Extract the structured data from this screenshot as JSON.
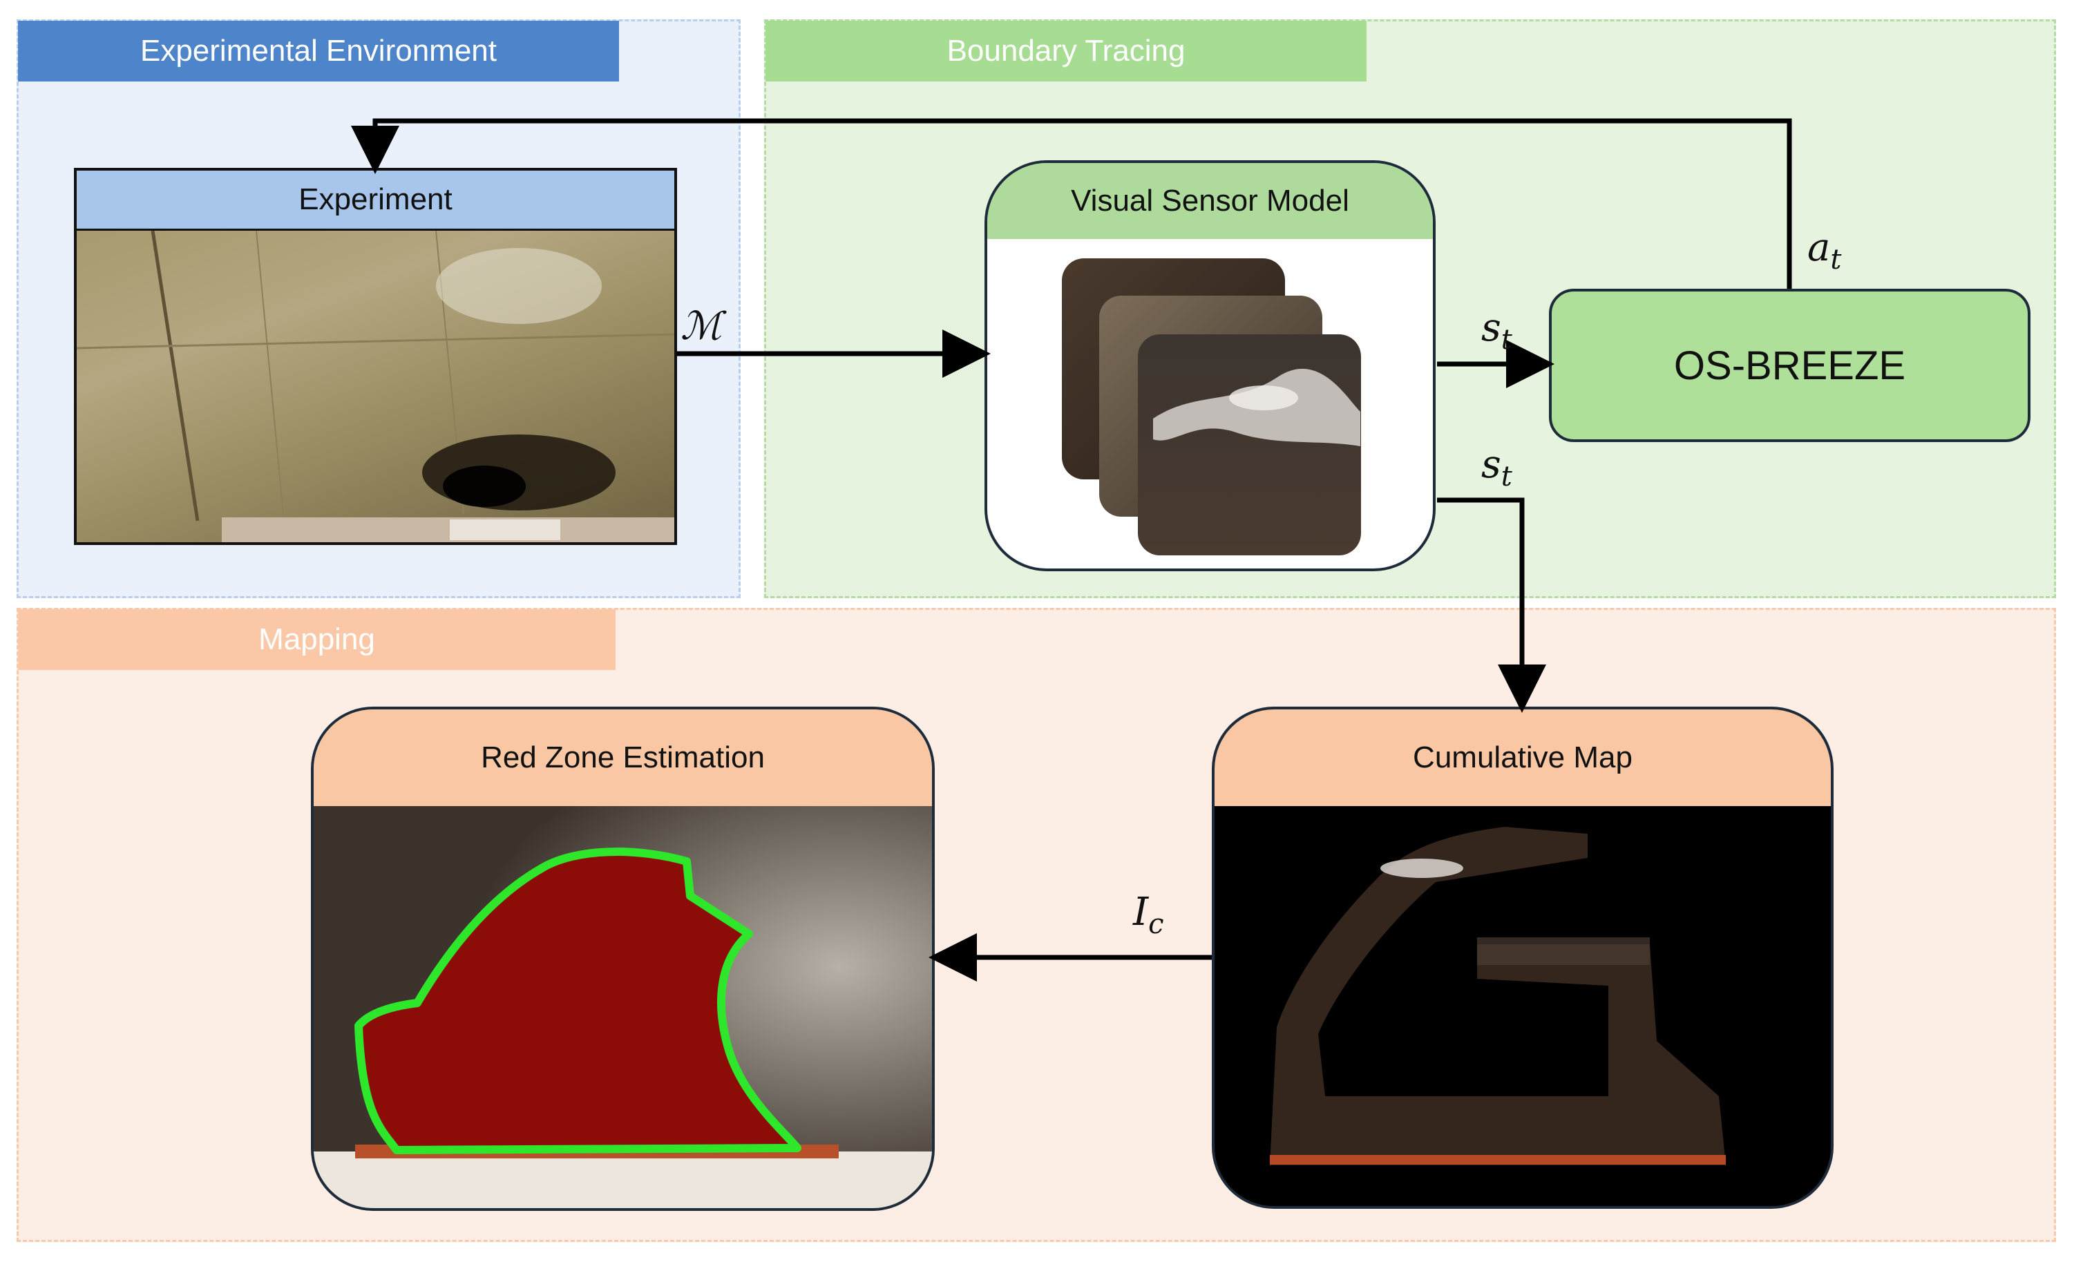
{
  "sections": {
    "environment": "Experimental Environment",
    "tracing": "Boundary Tracing",
    "mapping": "Mapping"
  },
  "boxes": {
    "experiment": "Experiment",
    "visual_sensor_model": "Visual Sensor Model",
    "os_breeze": "OS-BREEZE",
    "red_zone": "Red Zone Estimation",
    "cumulative_map": "Cumulative Map"
  },
  "symbols": {
    "m": "ℳ",
    "s": "s",
    "s_sub": "t",
    "a": "a",
    "a_sub": "t",
    "i": "I",
    "i_sub": "c"
  },
  "colors": {
    "env_banner": "#4e84c9",
    "tracing_banner": "#a7dc93",
    "mapping_banner": "#fac8a6",
    "red_zone_fill": "#8c0d08",
    "boundary_line": "#2ee62a"
  }
}
